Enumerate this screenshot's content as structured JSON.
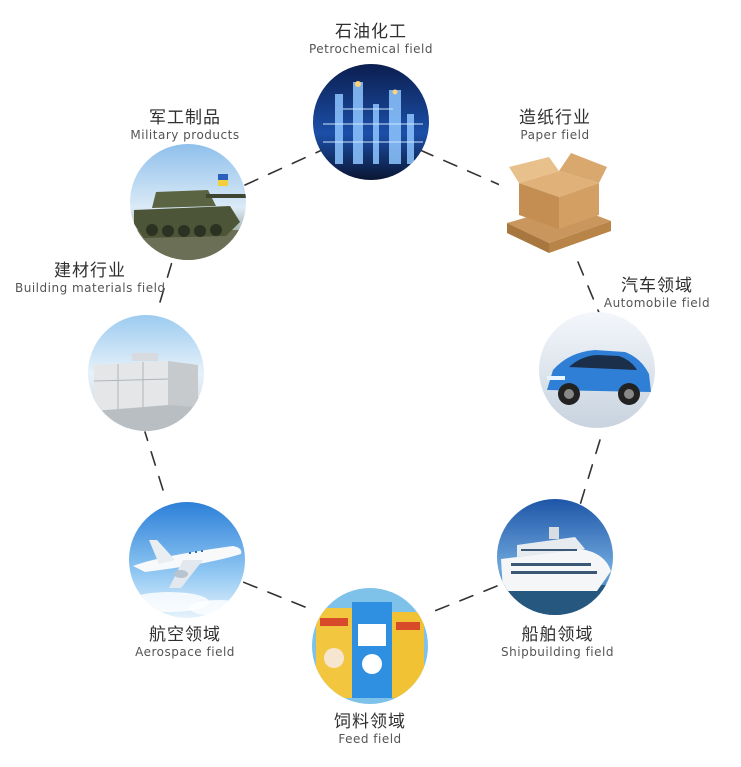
{
  "diagram": {
    "nodes": [
      {
        "id": "petrochemical",
        "zh": "石油化工",
        "en": "Petrochemical field",
        "icon": "refinery-icon"
      },
      {
        "id": "paper",
        "zh": "造纸行业",
        "en": "Paper field",
        "icon": "cardboard-box-icon"
      },
      {
        "id": "automobile",
        "zh": "汽车领域",
        "en": "Automobile field",
        "icon": "suv-car-icon"
      },
      {
        "id": "shipbuilding",
        "zh": "船舶领域",
        "en": "Shipbuilding field",
        "icon": "cruise-ship-icon"
      },
      {
        "id": "feed",
        "zh": "饲料领域",
        "en": "Feed field",
        "icon": "feed-bags-icon"
      },
      {
        "id": "aerospace",
        "zh": "航空领域",
        "en": "Aerospace field",
        "icon": "airplane-icon"
      },
      {
        "id": "building",
        "zh": "建材行业",
        "en": "Building materials field",
        "icon": "concrete-blocks-icon"
      },
      {
        "id": "military",
        "zh": "军工制品",
        "en": "Military products",
        "icon": "tank-icon"
      }
    ],
    "colors": {
      "ring": "#333333",
      "text_zh": "#2f2f2f",
      "text_en": "#555555"
    }
  }
}
